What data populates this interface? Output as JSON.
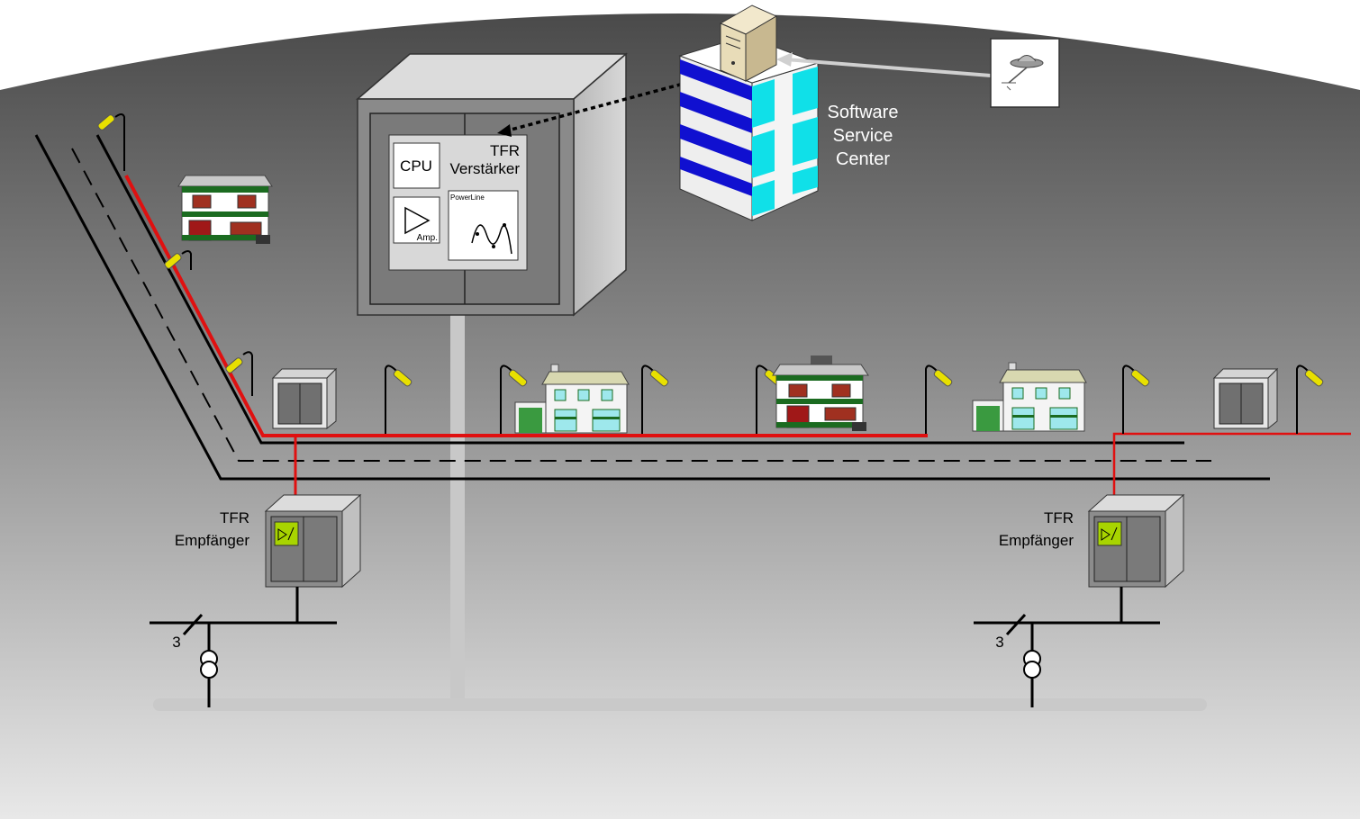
{
  "labels": {
    "cpu": "CPU",
    "tfr": "TFR",
    "verstaerker": "Verstärker",
    "amp": "Amp.",
    "powerline": "PowerLine",
    "software": "Software",
    "service": "Service",
    "center": "Center",
    "receiver_left_line1": "TFR",
    "receiver_left_line2": "Empfänger",
    "receiver_right_line1": "TFR",
    "receiver_right_line2": "Empfänger",
    "phases_left": "3",
    "phases_right": "3"
  },
  "colors": {
    "signal_line": "#e01010",
    "lamp": "#e8e000",
    "receiver_module": "#a8d400",
    "building_blue": "#1010d0",
    "building_cyan": "#10e0e8"
  },
  "icons": {
    "server": "server-icon",
    "satellite": "satellite-dish-icon",
    "amplifier": "amplifier-triangle-icon",
    "waveform": "sine-wave-icon",
    "house": "house-icon",
    "street_lamp": "street-lamp-icon",
    "transformer": "transformer-icon"
  }
}
